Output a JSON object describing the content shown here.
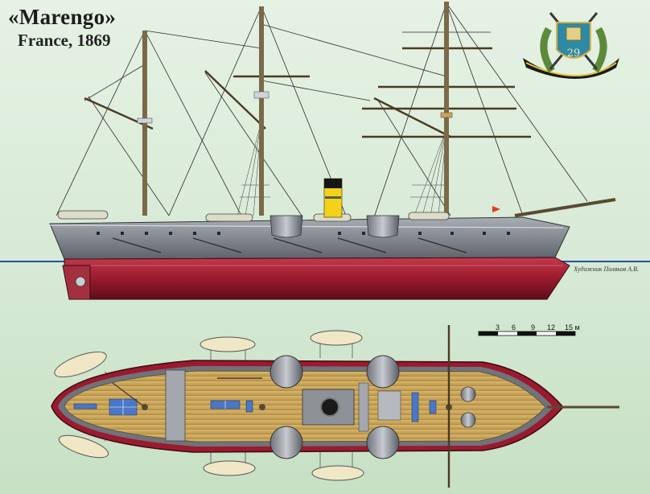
{
  "header": {
    "title": "«Marengo»",
    "subtitle": "France, 1869"
  },
  "emblem": {
    "number": "29"
  },
  "credits": {
    "artist": "Художник Поляков А.В."
  },
  "scale_bar": {
    "labels": [
      "3",
      "6",
      "9",
      "12",
      "15 м"
    ]
  },
  "colors": {
    "waterline": "#2b4fa0",
    "hull_below": "#9b1a2e",
    "hull_above": "#7c8088",
    "deck": "#c9a45a",
    "funnel": "#f2d21a"
  }
}
